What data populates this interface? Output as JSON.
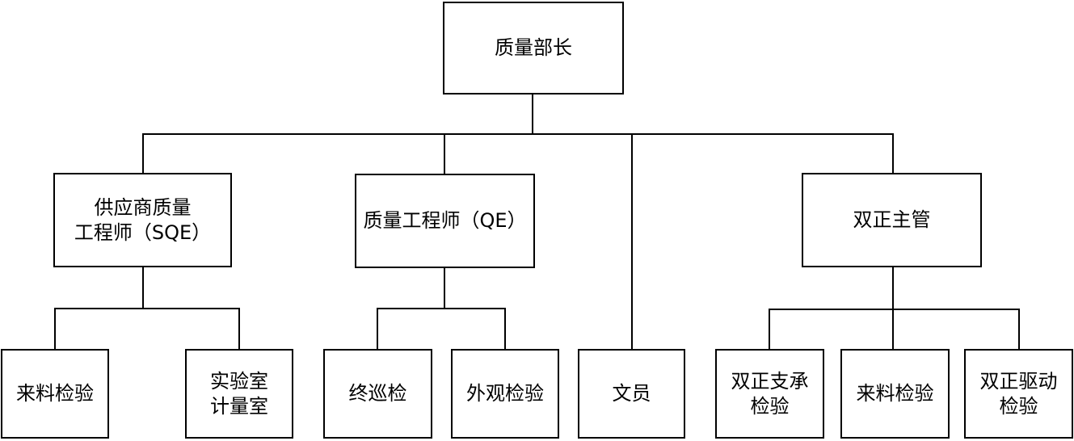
{
  "colors": {
    "line": "#000000",
    "text": "#000000",
    "box_fill": "#ffffff",
    "background": "#ffffff"
  },
  "nodes": {
    "root": {
      "label": "质量部长",
      "parent": null
    },
    "sqe": {
      "label": "供应商质量\n工程师（SQE）",
      "parent": "root"
    },
    "qe": {
      "label": "质量工程师（QE）",
      "parent": "root"
    },
    "clerk": {
      "label": "文员",
      "parent": "root"
    },
    "szg": {
      "label": "双正主管",
      "parent": "root"
    },
    "incoming1": {
      "label": "来料检验",
      "parent": "sqe"
    },
    "lab": {
      "label": "实验室\n计量室",
      "parent": "sqe"
    },
    "final_patrol": {
      "label": "终巡检",
      "parent": "qe"
    },
    "appearance": {
      "label": "外观检验",
      "parent": "qe"
    },
    "sz_support": {
      "label": "双正支承\n检验",
      "parent": "szg"
    },
    "incoming2": {
      "label": "来料检验",
      "parent": "szg"
    },
    "sz_drive": {
      "label": "双正驱动\n检验",
      "parent": "szg"
    }
  }
}
